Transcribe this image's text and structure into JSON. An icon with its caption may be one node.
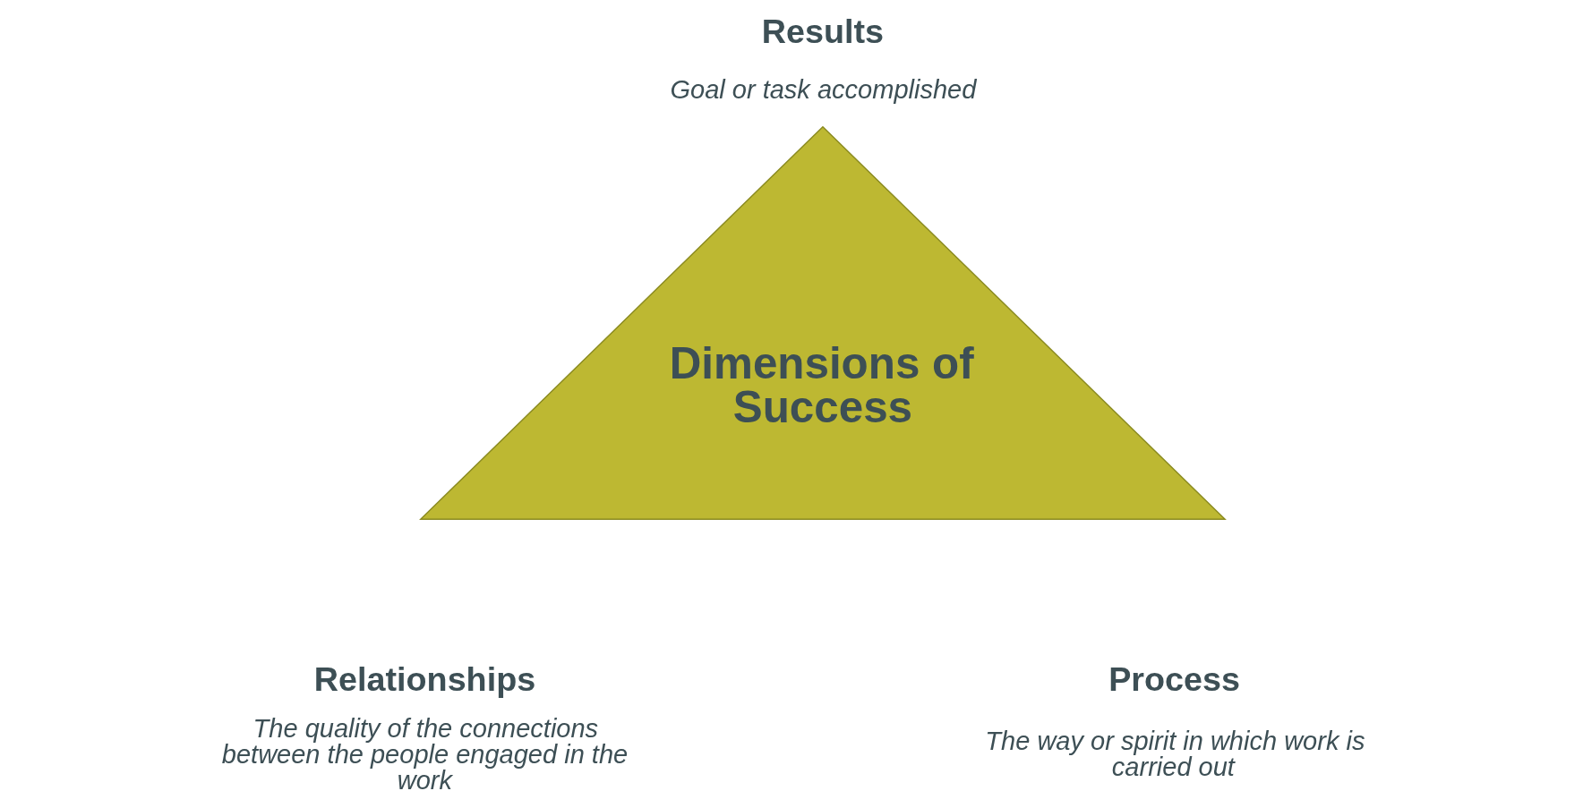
{
  "diagram": {
    "nodes": [
      {
        "text": [
          "Dimensions of Success"
        ]
      }
    ],
    "edges": [],
    "labels": [
      "Results",
      "Goal or task accomplished",
      "Relationships",
      "The quality of the connections between the people engaged in the work",
      "Process",
      "The way or spirit in which work is carried out"
    ]
  }
}
